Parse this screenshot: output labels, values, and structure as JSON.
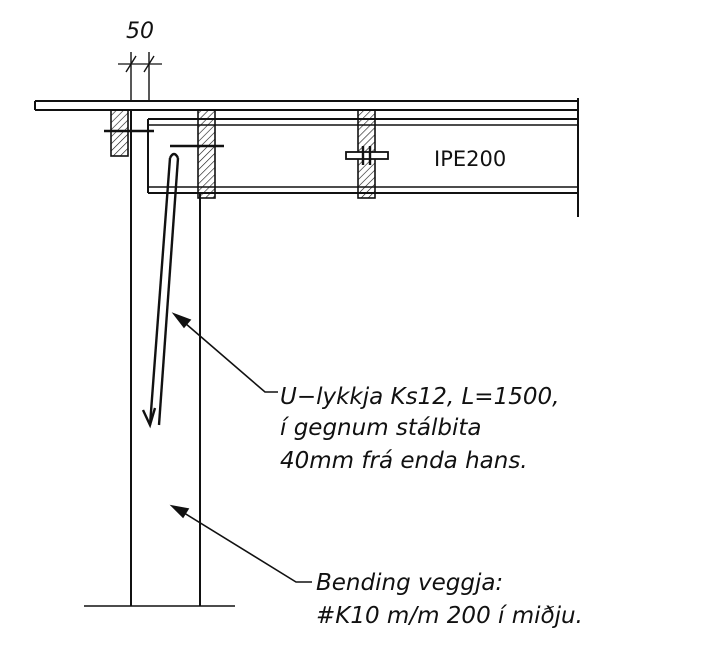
{
  "dimension": {
    "value": "50"
  },
  "beam": {
    "profile": "IPE200"
  },
  "callout_loop": {
    "lines": [
      "U−lykkja Ks12, L=1500,",
      "í gegnum stálbita",
      "40mm frá enda hans."
    ]
  },
  "callout_wall": {
    "lines": [
      "Bending veggja:",
      "#K10 m/m 200 í miðju."
    ]
  }
}
